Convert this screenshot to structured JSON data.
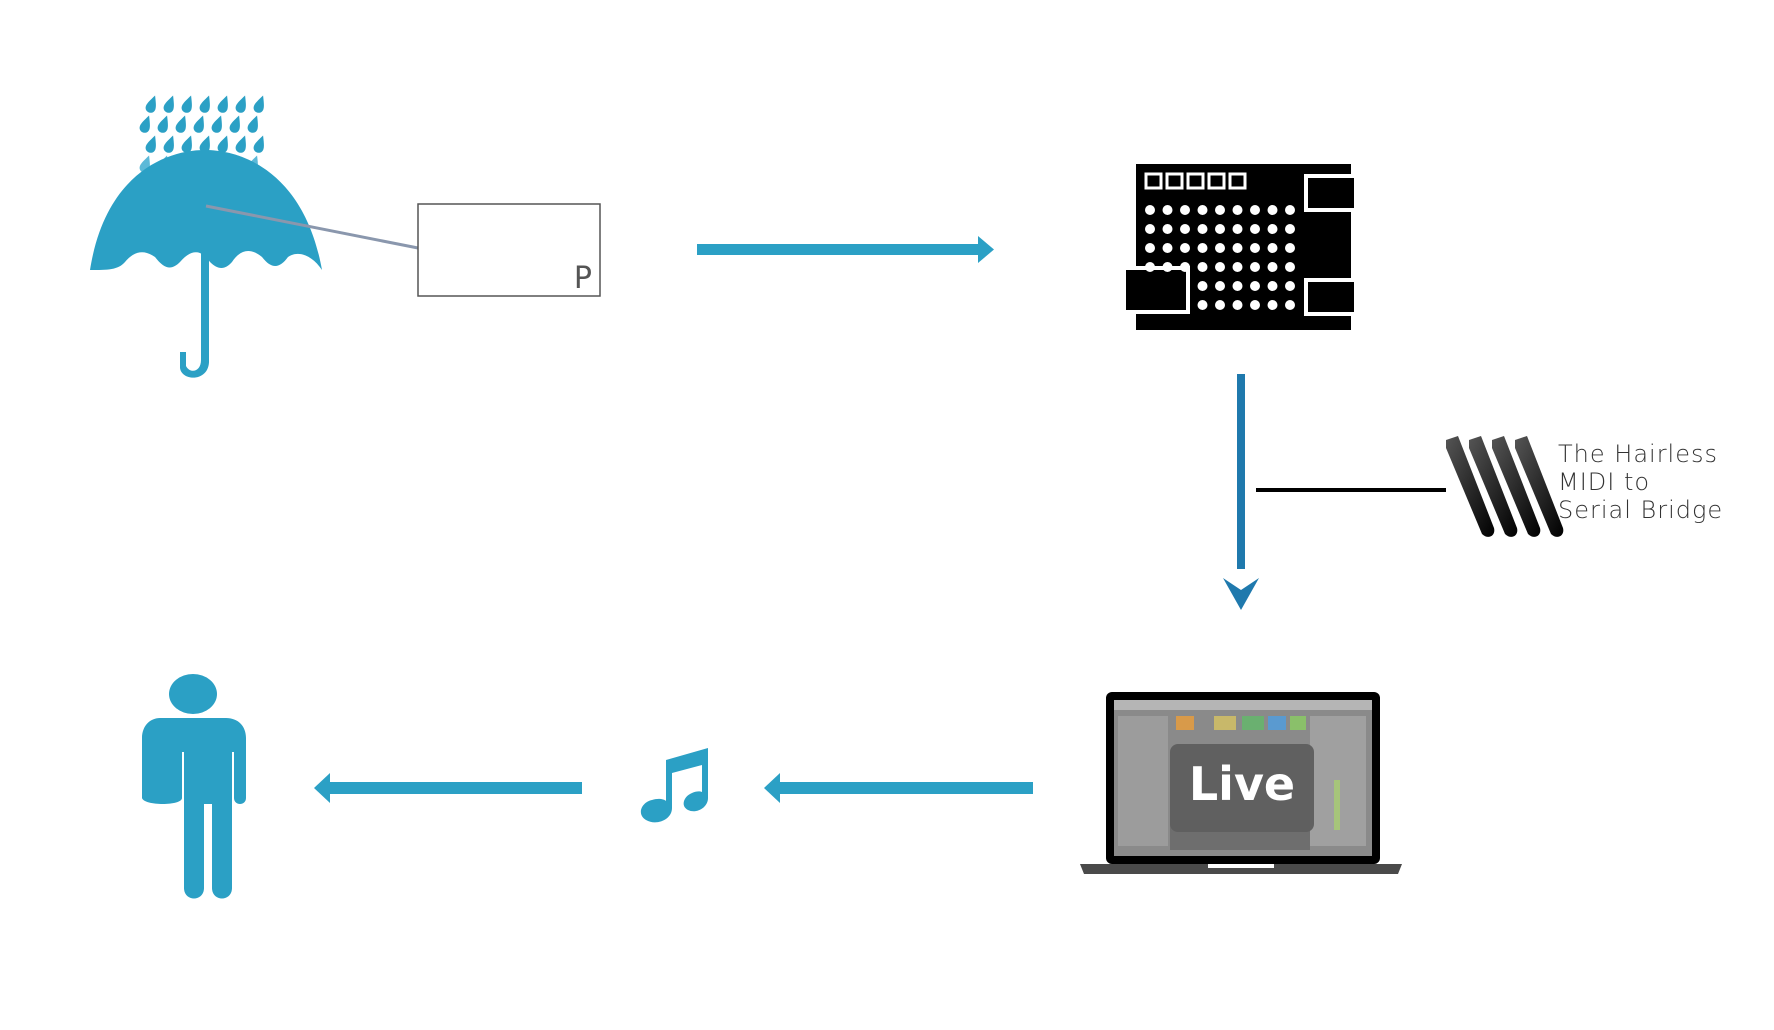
{
  "colors": {
    "accent": "#2ba0c5",
    "arrow_dark": "#1f79ad",
    "connector": "#8a97ad",
    "black": "#000000",
    "bridge_text": "#333333"
  },
  "sensor": {
    "letter": "P"
  },
  "bridge": {
    "lines": [
      "The Hairless",
      "MIDI to",
      "Serial Bridge"
    ]
  },
  "laptop": {
    "app_label": "Live"
  },
  "icons": {
    "umbrella": "umbrella-rain-icon",
    "arduino": "arduino-board-icon",
    "hairless": "hairless-bridge-icon",
    "laptop": "laptop-icon",
    "note": "music-note-icon",
    "person": "person-icon"
  }
}
